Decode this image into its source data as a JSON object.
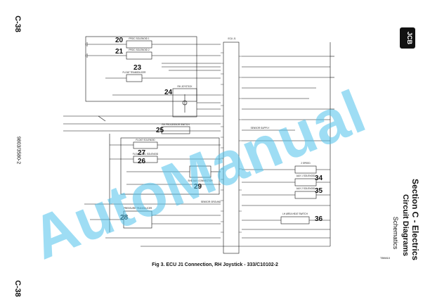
{
  "margin": {
    "page_ref_top": "C-38",
    "page_ref_bottom": "C-38",
    "doc_code": "9803/3580-2"
  },
  "section": {
    "title": "Section C - Electrics",
    "subtitle": "Circuit Diagrams",
    "subsubtitle": "Schematics"
  },
  "caption": "Fig 3. ECU J1 Connection, RH Joystick - 333/C10102-2",
  "figure_id": "TB9810",
  "watermark": "AutoManual",
  "callouts": [
    "20",
    "21",
    "23",
    "24",
    "25",
    "27",
    "26",
    "29",
    "28",
    "34",
    "35",
    "36"
  ],
  "components": [
    "PROC SOLENOID 1",
    "PROC SOLENOID 2",
    "FLOAT TRANSDUCER",
    "RH JOYSTICK",
    "RH PROCESSOR SWITCH",
    "FLOAT SOLENOID",
    "FLOAT CTRL SOLENOID",
    "SHD AUX CONNECTOR",
    "PRESSURE TRANSDUCER",
    "2 SPEED",
    "AUX 1 SOLENOID",
    "AUX 2 SOLENOID",
    "LH AREA HEAT SWITCH",
    "SENSOR GROUND",
    "SENSOR SUPPLY",
    "ECU J1"
  ],
  "colors": {
    "ink": "#111111",
    "watermark": "#4fc3ec",
    "paper": "#ffffff"
  },
  "logo_text": "JCB"
}
